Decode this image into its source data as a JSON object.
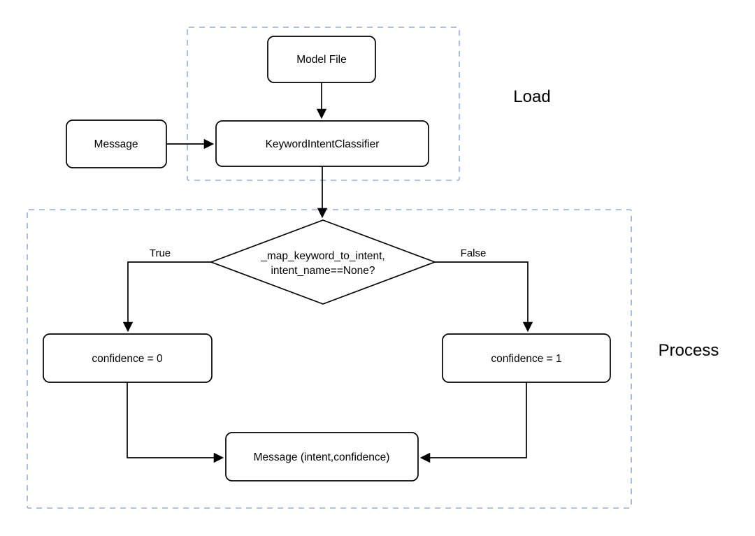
{
  "diagram": {
    "groups": {
      "load": {
        "label": "Load"
      },
      "process": {
        "label": "Process"
      }
    },
    "nodes": {
      "model_file": {
        "label": "Model File"
      },
      "message_input": {
        "label": "Message"
      },
      "classifier": {
        "label": "KeywordIntentClassifier"
      },
      "decision": {
        "label_line1": "_map_keyword_to_intent,",
        "label_line2": "intent_name==None?"
      },
      "confidence_zero": {
        "label": "confidence = 0"
      },
      "confidence_one": {
        "label": "confidence = 1"
      },
      "message_output": {
        "label": "Message (intent,confidence)"
      }
    },
    "edge_labels": {
      "true_branch": "True",
      "false_branch": "False"
    },
    "colors": {
      "node_stroke": "#000000",
      "container_stroke": "#8fafe8",
      "text": "#000000",
      "background": "#ffffff"
    }
  }
}
